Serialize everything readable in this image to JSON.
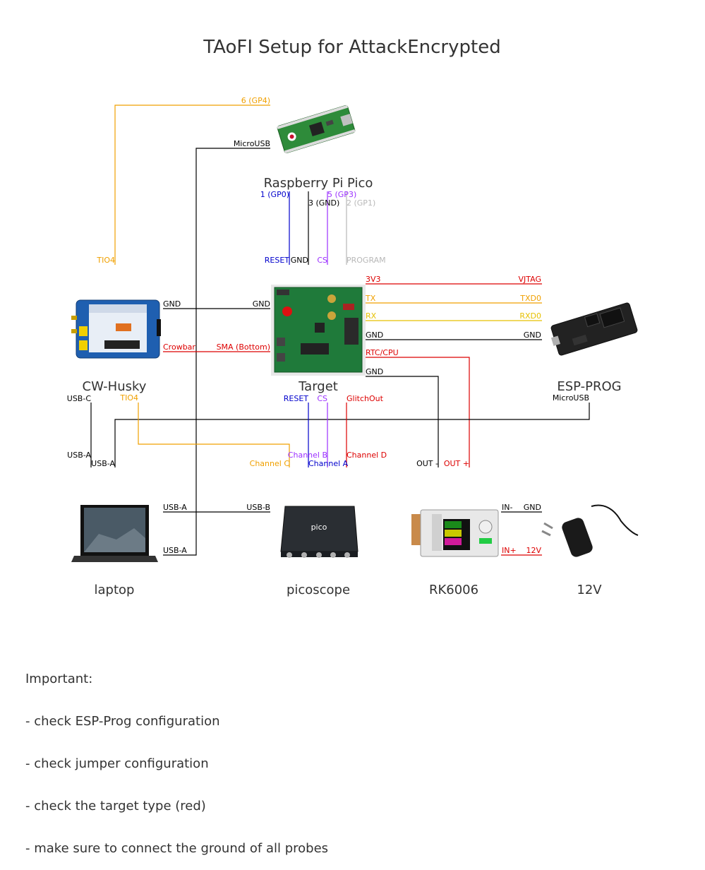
{
  "title": "TAoFI Setup for AttackEncrypted",
  "colors": {
    "black": "#000000",
    "orange": "#f0a000",
    "blue": "#0000cc",
    "purple": "#9b30ff",
    "gray": "#b8b8b8",
    "red": "#dd0000",
    "yellow": "#e6c000"
  },
  "devices": {
    "pico": "Raspberry Pi Pico",
    "husky": "CW-Husky",
    "target": "Target",
    "esp": "ESP-PROG",
    "laptop": "laptop",
    "picoscope": "picoscope",
    "rk": "RK6006",
    "psu": "12V"
  },
  "pins": {
    "pico_gp4": "6 (GP4)",
    "pico_microusb": "MicroUSB",
    "pico_gp0": "1 (GP0)",
    "pico_gp3": "5 (GP3)",
    "pico_gnd": "3 (GND)",
    "pico_gp1": "2 (GP1)",
    "husky_tio4_top": "TIO4",
    "t_reset_top": "RESET",
    "t_gnd_top": "GND",
    "t_cs_top": "CS",
    "t_program": "PROGRAM",
    "t_3v3": "3V3",
    "esp_vjtag": "VJTAG",
    "t_tx": "TX",
    "esp_txd0": "TXD0",
    "t_rx": "RX",
    "esp_rxd0": "RXD0",
    "t_gnd_esp": "GND",
    "esp_gnd": "GND",
    "t_rtc": "RTC/CPU",
    "t_gnd_rk": "GND",
    "husky_gnd": "GND",
    "t_gnd_left": "GND",
    "husky_crowbar": "Crowbar",
    "t_sma": "SMA (Bottom)",
    "husky_usbc": "USB-C",
    "husky_tio4_bottom": "TIO4",
    "t_reset_bottom": "RESET",
    "t_cs_bottom": "CS",
    "t_glitchout": "GlitchOut",
    "esp_microusb": "MicroUSB",
    "usba_1": "USB-A",
    "usba_2": "USB-A",
    "ch_b": "Channel B",
    "ch_d": "Channel D",
    "ch_c": "Channel C",
    "ch_a": "Channel A",
    "rk_out_minus": "OUT -",
    "rk_out_plus": "OUT +",
    "laptop_usba_1": "USB-A",
    "scope_usbb": "USB-B",
    "laptop_usba_2": "USB-A",
    "rk_in_minus": "IN-",
    "psu_gnd": "GND",
    "rk_in_plus": "IN+",
    "psu_12v": "12V"
  },
  "notes": {
    "heading": "Important:",
    "items": [
      "- check ESP-Prog configuration",
      "- check jumper configuration",
      "- check the target type (red)",
      "- make sure to connect the ground of all probes"
    ]
  },
  "images": {
    "pico": "raspberry-pi-pico-board",
    "husky": "chipwhisperer-husky-device",
    "target": "target-green-pcb",
    "esp": "esp-prog-board",
    "laptop": "laptop-computer",
    "picoscope": "picoscope-oscilloscope",
    "rk": "rk6006-power-supply",
    "psu": "12v-wall-adapter"
  }
}
